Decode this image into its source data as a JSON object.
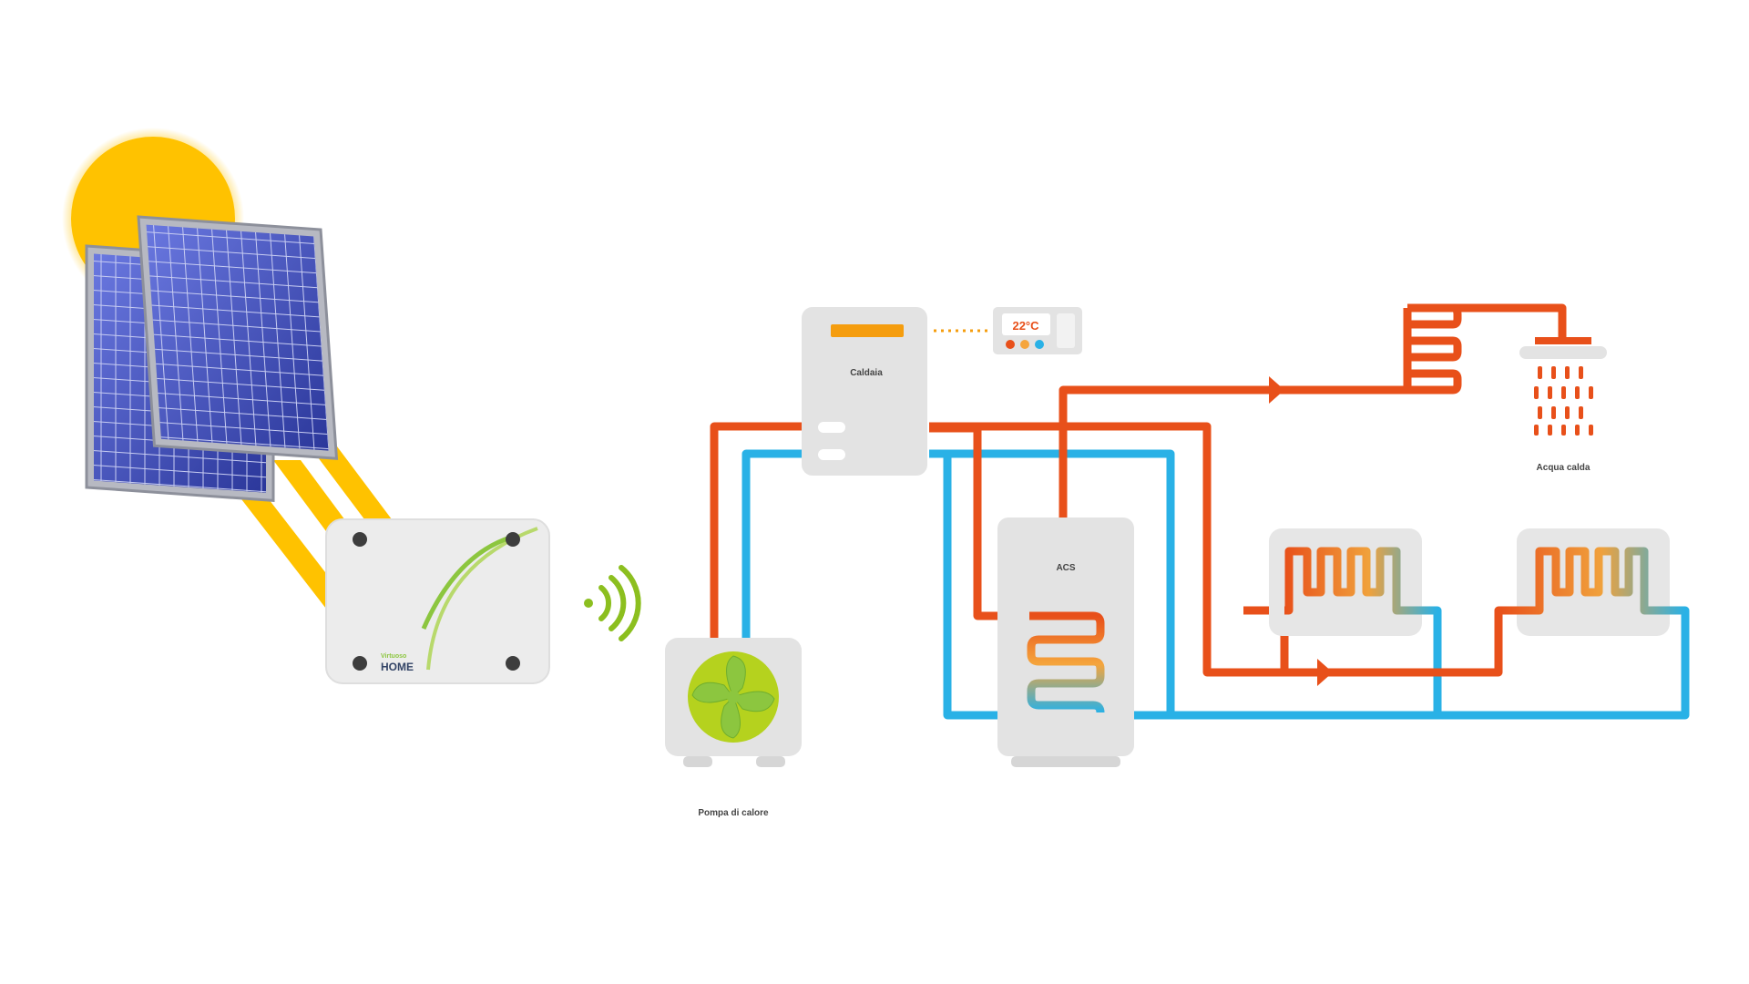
{
  "labels": {
    "boiler": "Caldaia",
    "tank": "ACS",
    "heat_pump": "Pompa di calore",
    "hot_water": "Acqua calda"
  },
  "thermostat": {
    "temperature": "22°C"
  },
  "controller": {
    "brand_small": "Virtuoso",
    "brand_large": "HOME"
  },
  "colors": {
    "hot_pipe": "#e8501a",
    "cold_pipe": "#29b1e6",
    "sun": "#ffc200",
    "panel": "#3d4bb8",
    "fan": "#8cc63f",
    "wifi": "#8cbf1f",
    "device": "#e6e6e6"
  },
  "icons": [
    "sun-icon",
    "solar-panel-icon",
    "wifi-signal-icon",
    "fan-icon",
    "shower-icon",
    "thermostat-icon",
    "radiator-icon"
  ]
}
